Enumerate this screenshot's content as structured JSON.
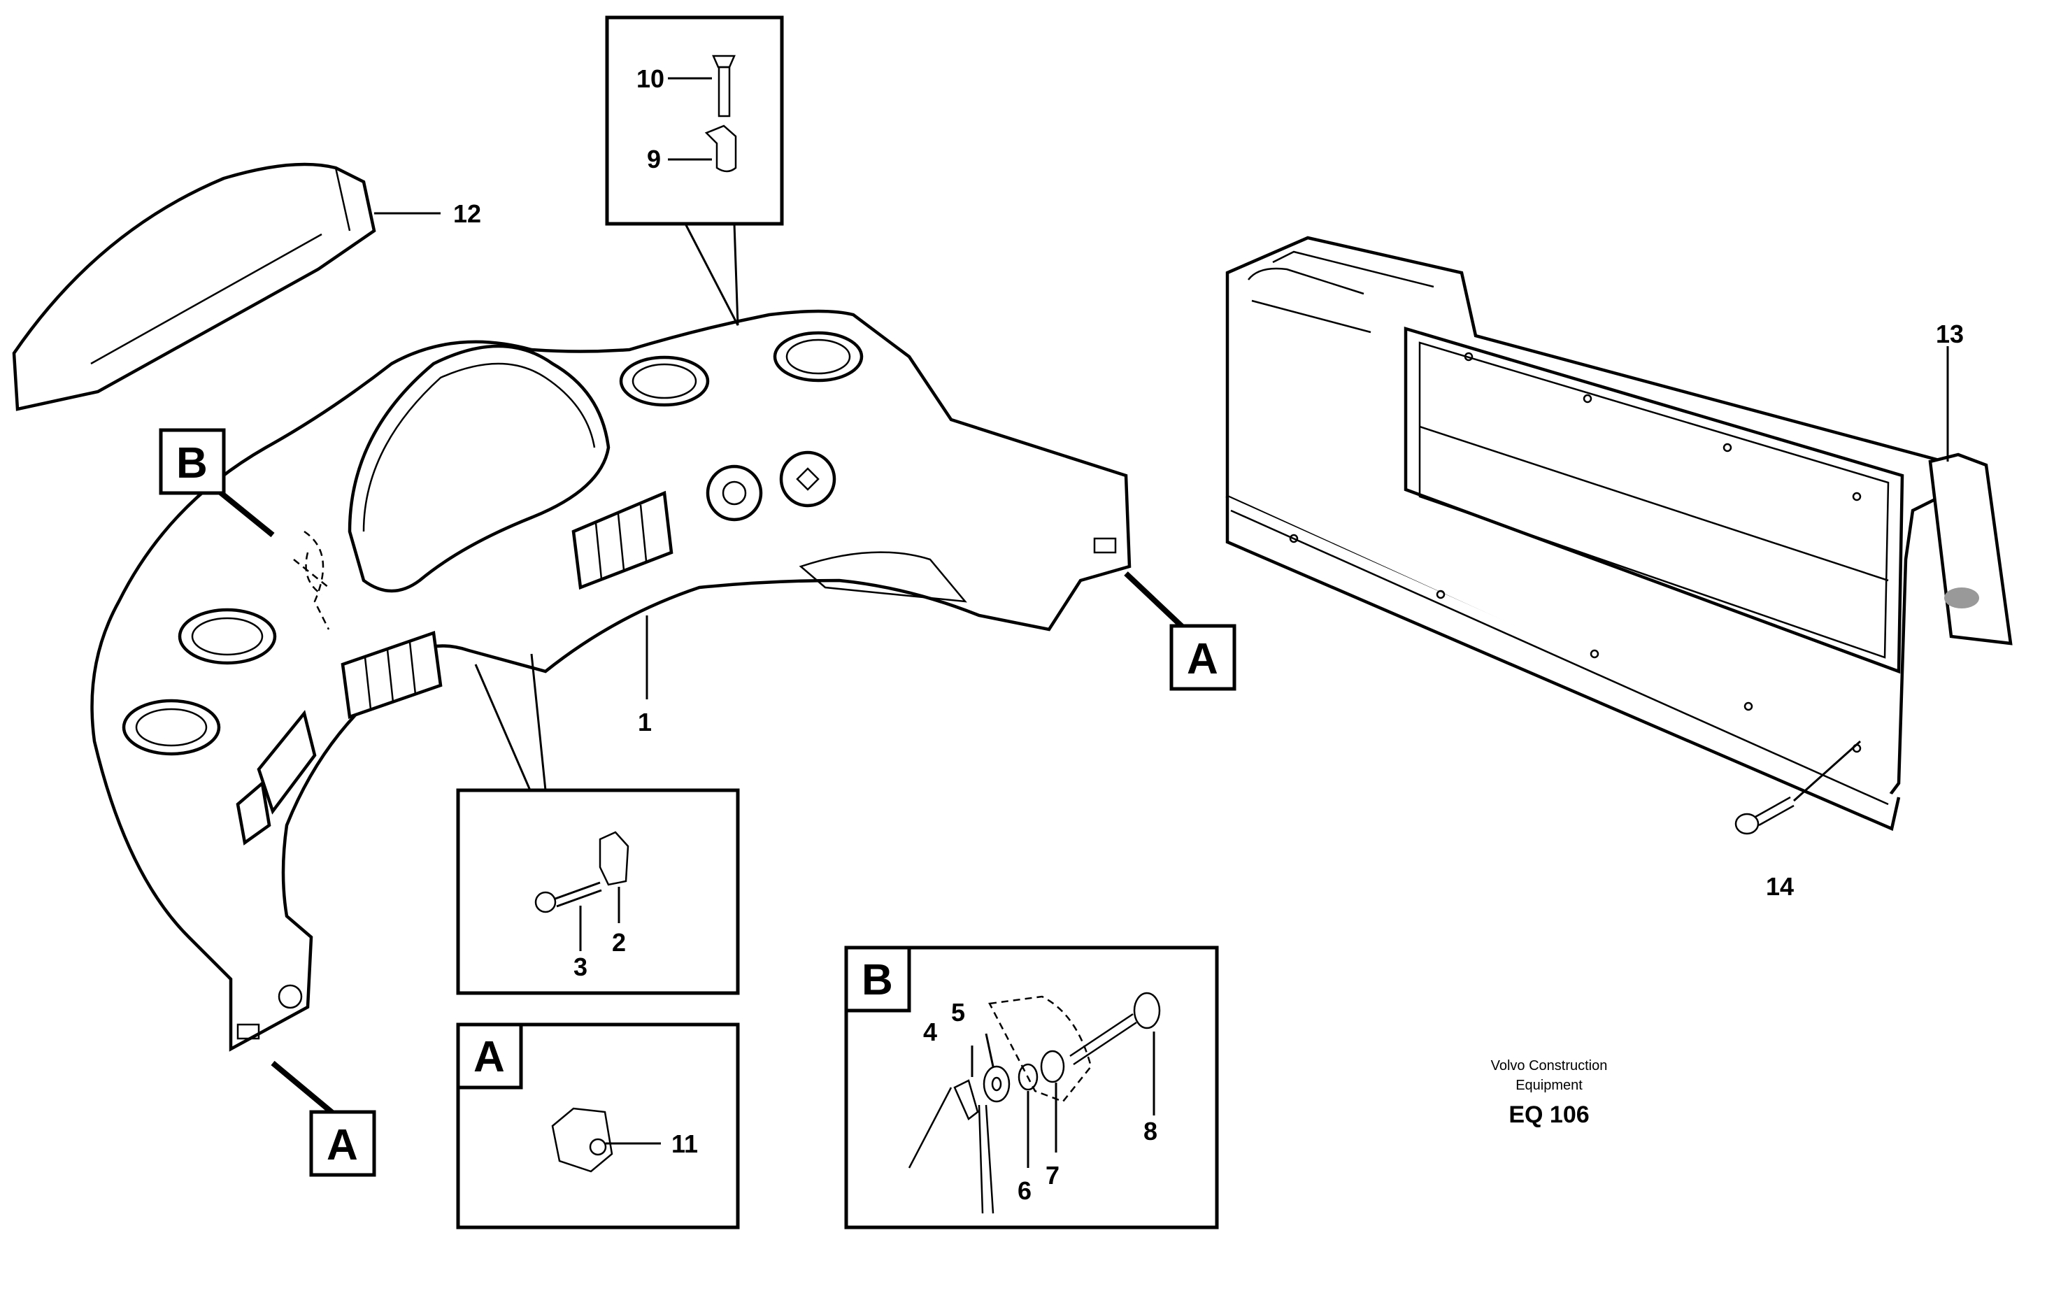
{
  "part_labels": {
    "p1": "1",
    "p2": "2",
    "p3": "3",
    "p4": "4",
    "p5": "5",
    "p6": "6",
    "p7": "7",
    "p8": "8",
    "p9": "9",
    "p10": "10",
    "p11": "11",
    "p12": "12",
    "p13": "13",
    "p14": "14"
  },
  "detail_tags": {
    "a": "A",
    "b": "B"
  },
  "caption": {
    "line1": "Volvo Construction",
    "line2": "Equipment",
    "code": "EQ 106"
  }
}
